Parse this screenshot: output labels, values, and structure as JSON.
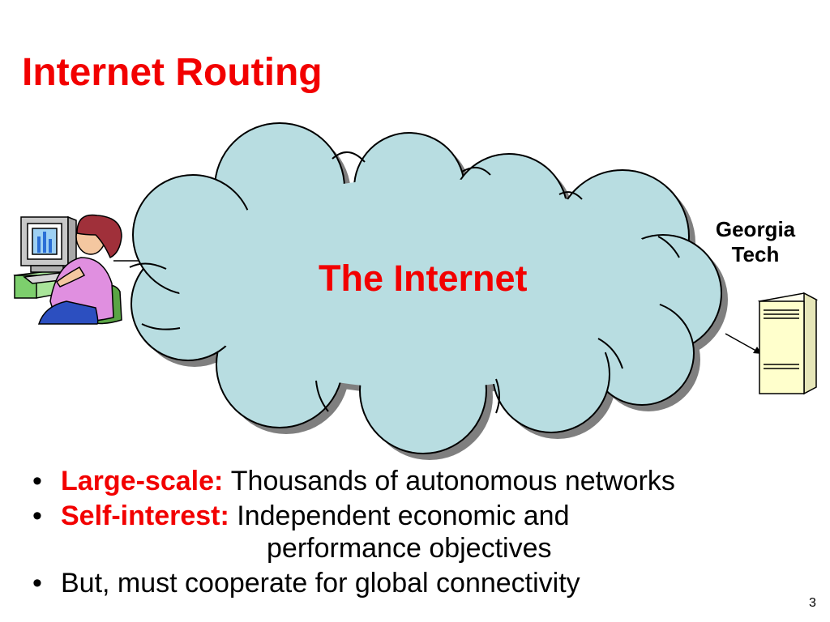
{
  "slide": {
    "title": "Internet Routing",
    "page_number": "3"
  },
  "diagram": {
    "cloud_label": "The Internet",
    "destination_label_line1": "Georgia",
    "destination_label_line2": "Tech",
    "cloud_color": "#b8dde1",
    "server_color": "#ffffcc",
    "title_color": "#f20000"
  },
  "bullets": [
    {
      "bullet": "•",
      "term": "Large-scale:",
      "text": "Thousands of autonomous networks",
      "continuation": ""
    },
    {
      "bullet": "•",
      "term": "Self-interest:",
      "text": "Independent economic and",
      "continuation": "performance objectives"
    },
    {
      "bullet": "•",
      "term": "",
      "text": "But, must cooperate for global connectivity",
      "continuation": ""
    }
  ]
}
